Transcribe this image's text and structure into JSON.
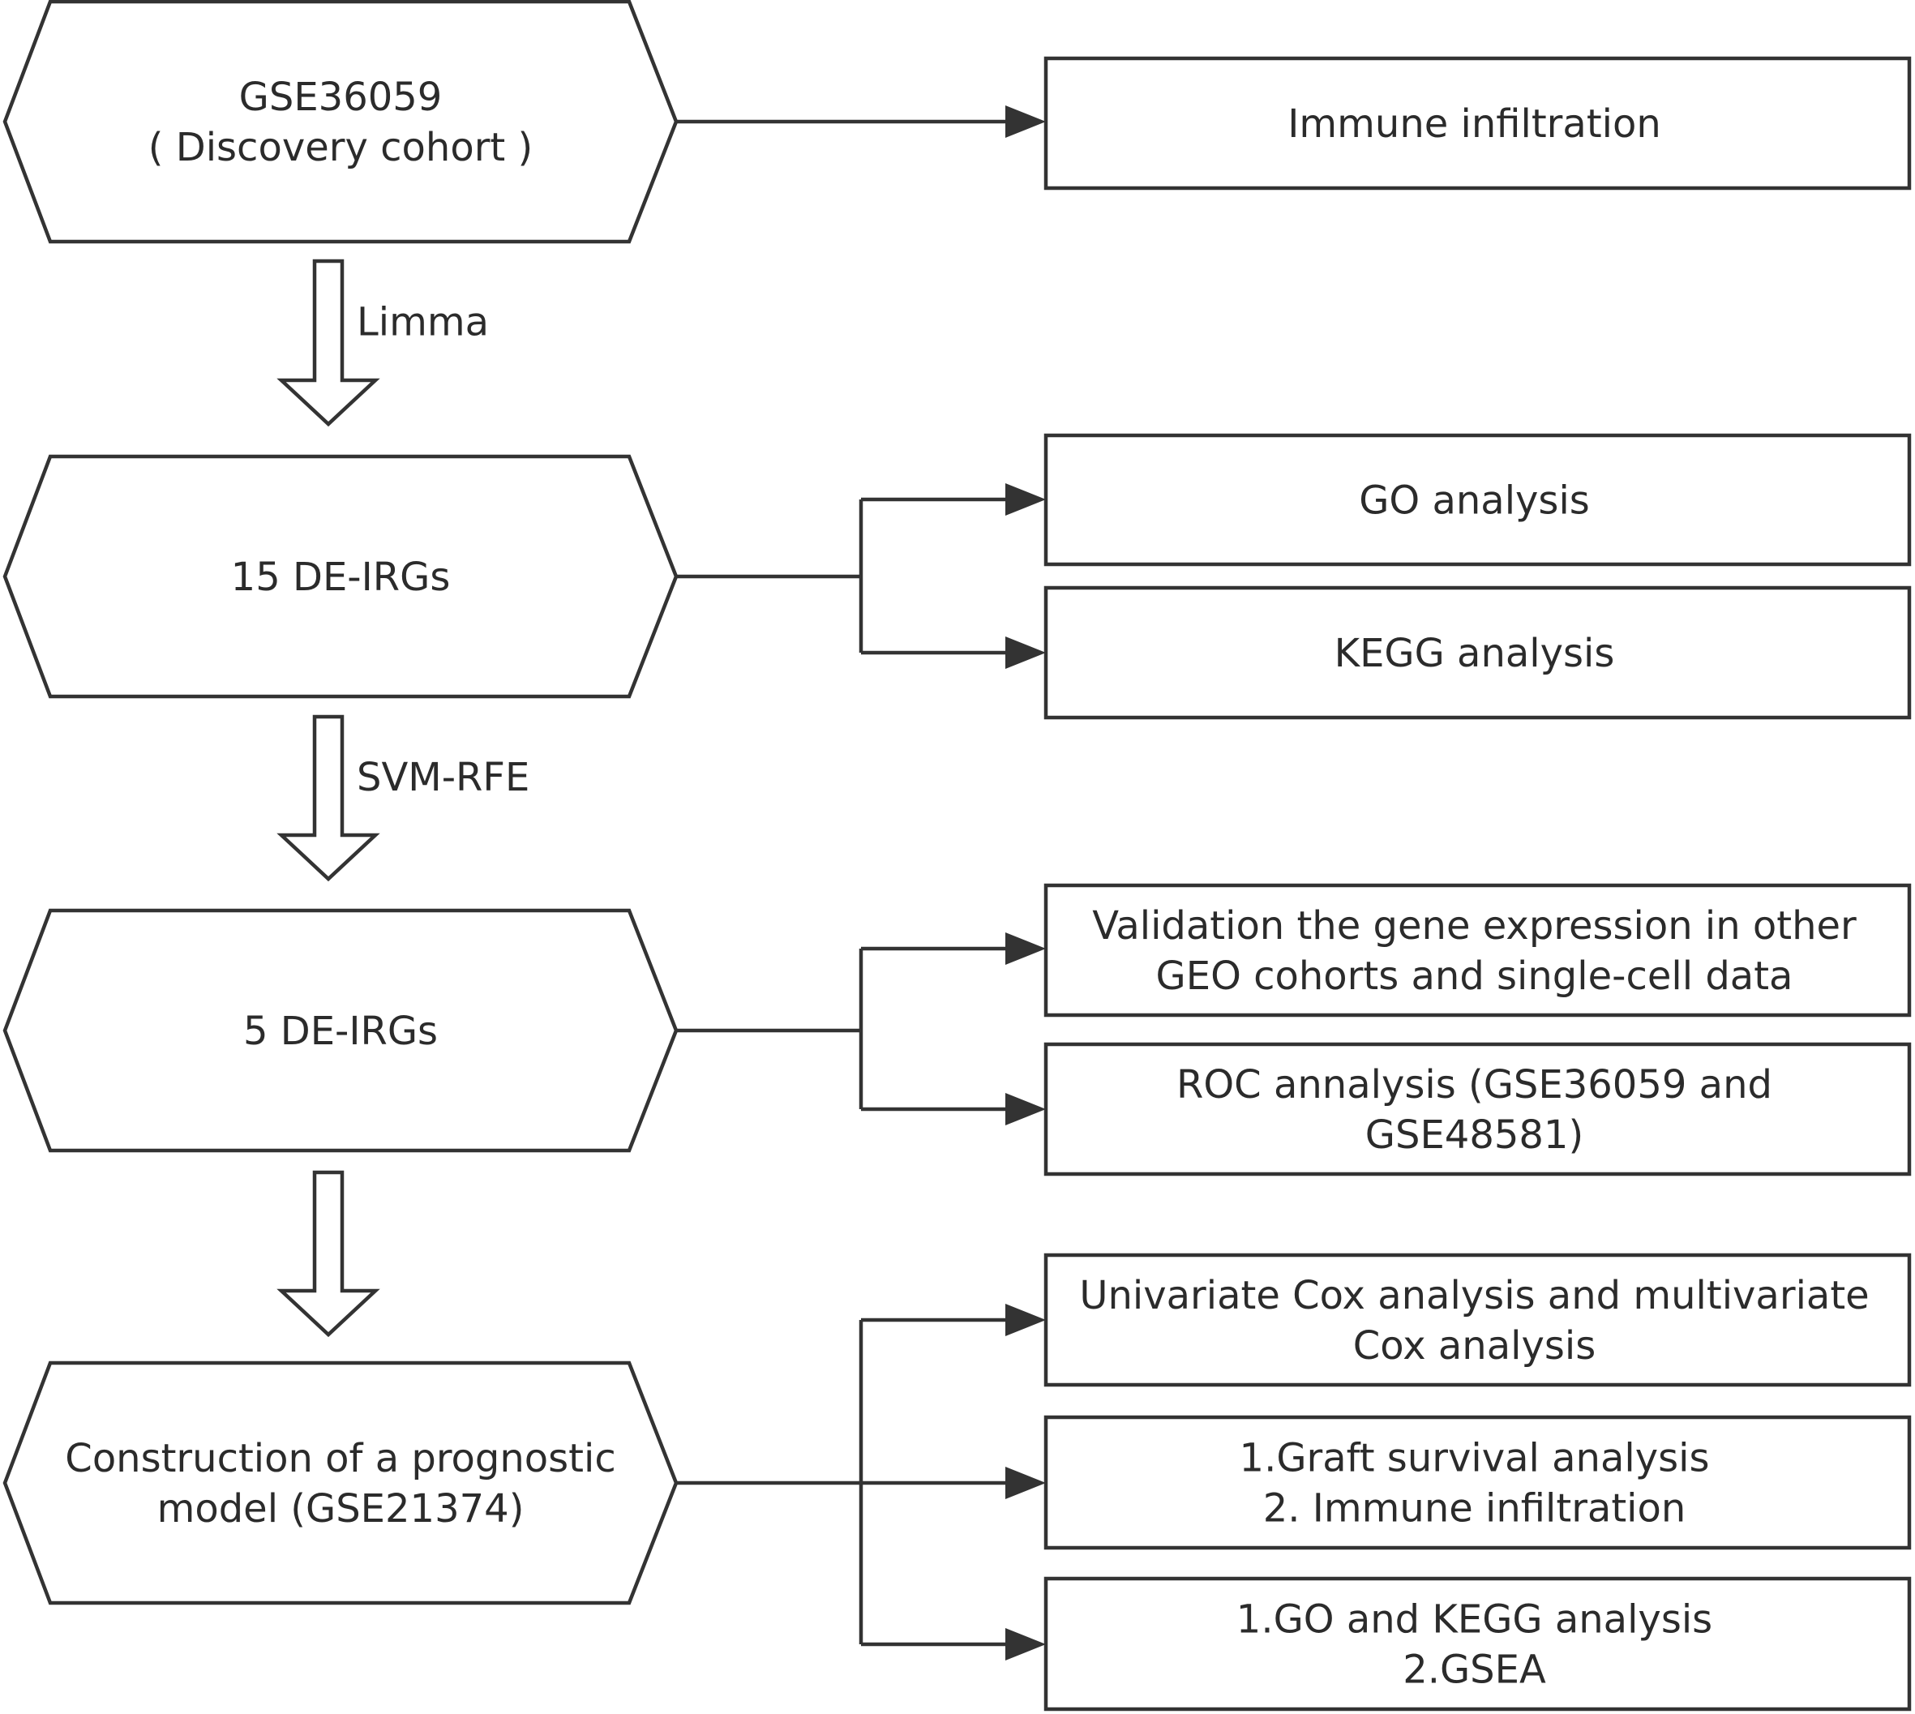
{
  "hexagons": [
    {
      "id": "discovery",
      "lines": [
        "GSE36059",
        "( Discovery cohort )"
      ]
    },
    {
      "id": "de15",
      "lines": [
        "15 DE-IRGs"
      ]
    },
    {
      "id": "de5",
      "lines": [
        "5 DE-IRGs"
      ]
    },
    {
      "id": "model",
      "lines": [
        "Construction of a prognostic",
        "model (GSE21374)"
      ]
    }
  ],
  "steps": [
    {
      "id": "limma",
      "label": "Limma"
    },
    {
      "id": "svm",
      "label": "SVM-RFE"
    },
    {
      "id": "model-step",
      "label": ""
    }
  ],
  "boxes": [
    {
      "id": "immune",
      "lines": [
        "Immune infiltration"
      ]
    },
    {
      "id": "go",
      "lines": [
        "GO analysis"
      ]
    },
    {
      "id": "kegg",
      "lines": [
        "KEGG analysis"
      ]
    },
    {
      "id": "validation",
      "lines": [
        "Validation the gene expression in other",
        "GEO cohorts and single-cell data"
      ]
    },
    {
      "id": "roc",
      "lines": [
        "ROC annalysis (GSE36059 and",
        "GSE48581)"
      ]
    },
    {
      "id": "cox",
      "lines": [
        "Univariate Cox analysis and multivariate",
        "Cox analysis"
      ]
    },
    {
      "id": "graft",
      "lines": [
        "1.Graft survival analysis",
        "2. Immune infiltration"
      ]
    },
    {
      "id": "gsea",
      "lines": [
        "1.GO and KEGG analysis",
        "2.GSEA"
      ]
    }
  ]
}
